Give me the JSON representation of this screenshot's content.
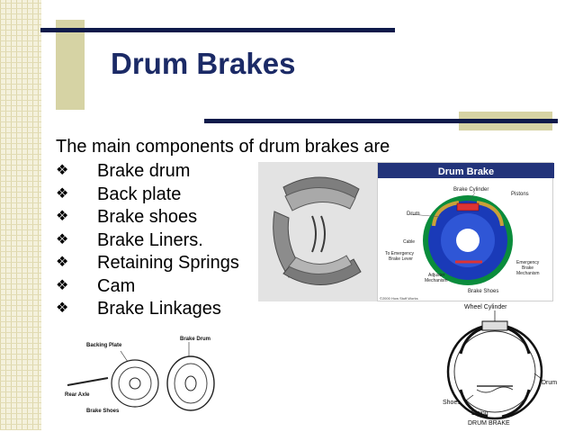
{
  "slide": {
    "title": "Drum Brakes",
    "intro": "The main components of drum brakes are",
    "bullet_icon": "diamond-bullet-icon",
    "components": [
      "Brake drum",
      "Back plate",
      "Brake shoes",
      "Brake Liners.",
      "Retaining Springs",
      "Cam",
      "Brake Linkages"
    ]
  },
  "diagram1": {
    "title": "Drum Brake",
    "labels": {
      "cylinder": "Brake Cylinder",
      "pistons": "Pistons",
      "drum": "Drum",
      "cable": "Cable",
      "lever": "To Emergency Brake Lever",
      "emergency": "Emergency Brake Mechanism",
      "adjuster": "Adjuster Mechanism",
      "shoes": "Brake Shoes",
      "credit": "©2000 How Stuff Works"
    }
  },
  "diagram2": {
    "labels": {
      "backing": "Backing Plate",
      "drum": "Brake Drum",
      "axle": "Rear Axle",
      "shoes": "Brake Shoes"
    }
  },
  "diagram3": {
    "labels": {
      "cylinder": "Wheel Cylinder",
      "drum": "Drum",
      "shoes": "Shoes",
      "lining": "Lining",
      "caption": "DRUM BRAKE"
    }
  },
  "colors": {
    "title": "#1b2a66",
    "accent_bar": "#0e1a4a",
    "deco_tan": "#d6d3a4",
    "diagram_header": "#22337a"
  }
}
